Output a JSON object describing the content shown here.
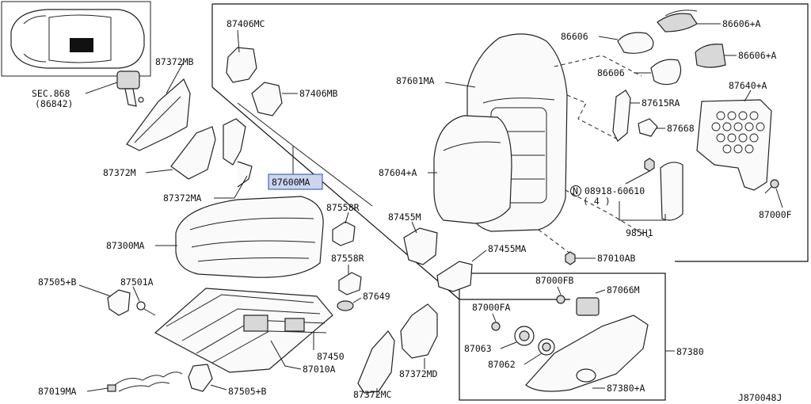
{
  "diagram_id": "J870048J",
  "callouts": {
    "sec_ref": "SEC.868",
    "sec_ref_sub": "(86842)",
    "p87372MB": "87372MB",
    "p87372M": "87372M",
    "p87372MA": "87372MA",
    "p87406MC": "87406MC",
    "p87406MB": "87406MB",
    "p87600MA": "87600MA",
    "p87300MA": "87300MA",
    "p87558R_top": "87558R",
    "p87558R_bot": "87558R",
    "p87505B_top": "87505+B",
    "p87501A": "87501A",
    "p87649": "87649",
    "p87450": "87450",
    "p87010A": "87010A",
    "p87019MA": "87019MA",
    "p87505B_bot": "87505+B",
    "p87372MC": "87372MC",
    "p87372MD": "87372MD",
    "p87455M": "87455M",
    "p87455MA": "87455MA",
    "p87601MA": "87601MA",
    "p87604A": "87604+A",
    "p86606": "86606",
    "p86606A_top": "86606+A",
    "p86606A_mid": "86606+A",
    "p86606_2": "86606",
    "p87640A": "87640+A",
    "p87615RA": "87615RA",
    "p87668": "87668",
    "nut_marker": "N",
    "nut_part": "08918-60610",
    "nut_qty": "( 4 )",
    "p985H1": "985H1",
    "p87000F": "87000F",
    "p87010AB": "87010AB",
    "p87000FB": "87000FB",
    "p87066M": "87066M",
    "p87000FA": "87000FA",
    "p87063": "87063",
    "p87062": "87062",
    "p87380": "87380",
    "p87380A": "87380+A"
  },
  "colors": {
    "highlight_fill": "#c9d6ee",
    "highlight_border": "#2a4fa0",
    "line": "#222222"
  }
}
